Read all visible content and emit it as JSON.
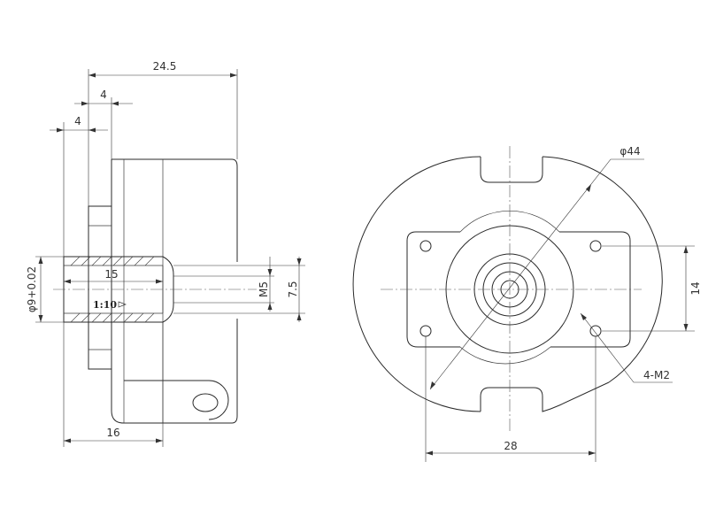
{
  "side_view": {
    "dim_overall_length": "24.5",
    "dim_flange_thickness": "4",
    "dim_shaft_offset": "4",
    "dim_bore_depth": "15",
    "dim_body_length": "16",
    "dim_bore_diameter": "φ9+0.02",
    "dim_thread": "M5",
    "dim_step_diameter": "7.5",
    "taper_note": "1:10"
  },
  "front_view": {
    "dim_outer_diameter": "φ44",
    "dim_hole_pitch_vertical": "14",
    "dim_hole_pitch_horizontal": "28",
    "hole_callout": "4-M2"
  }
}
